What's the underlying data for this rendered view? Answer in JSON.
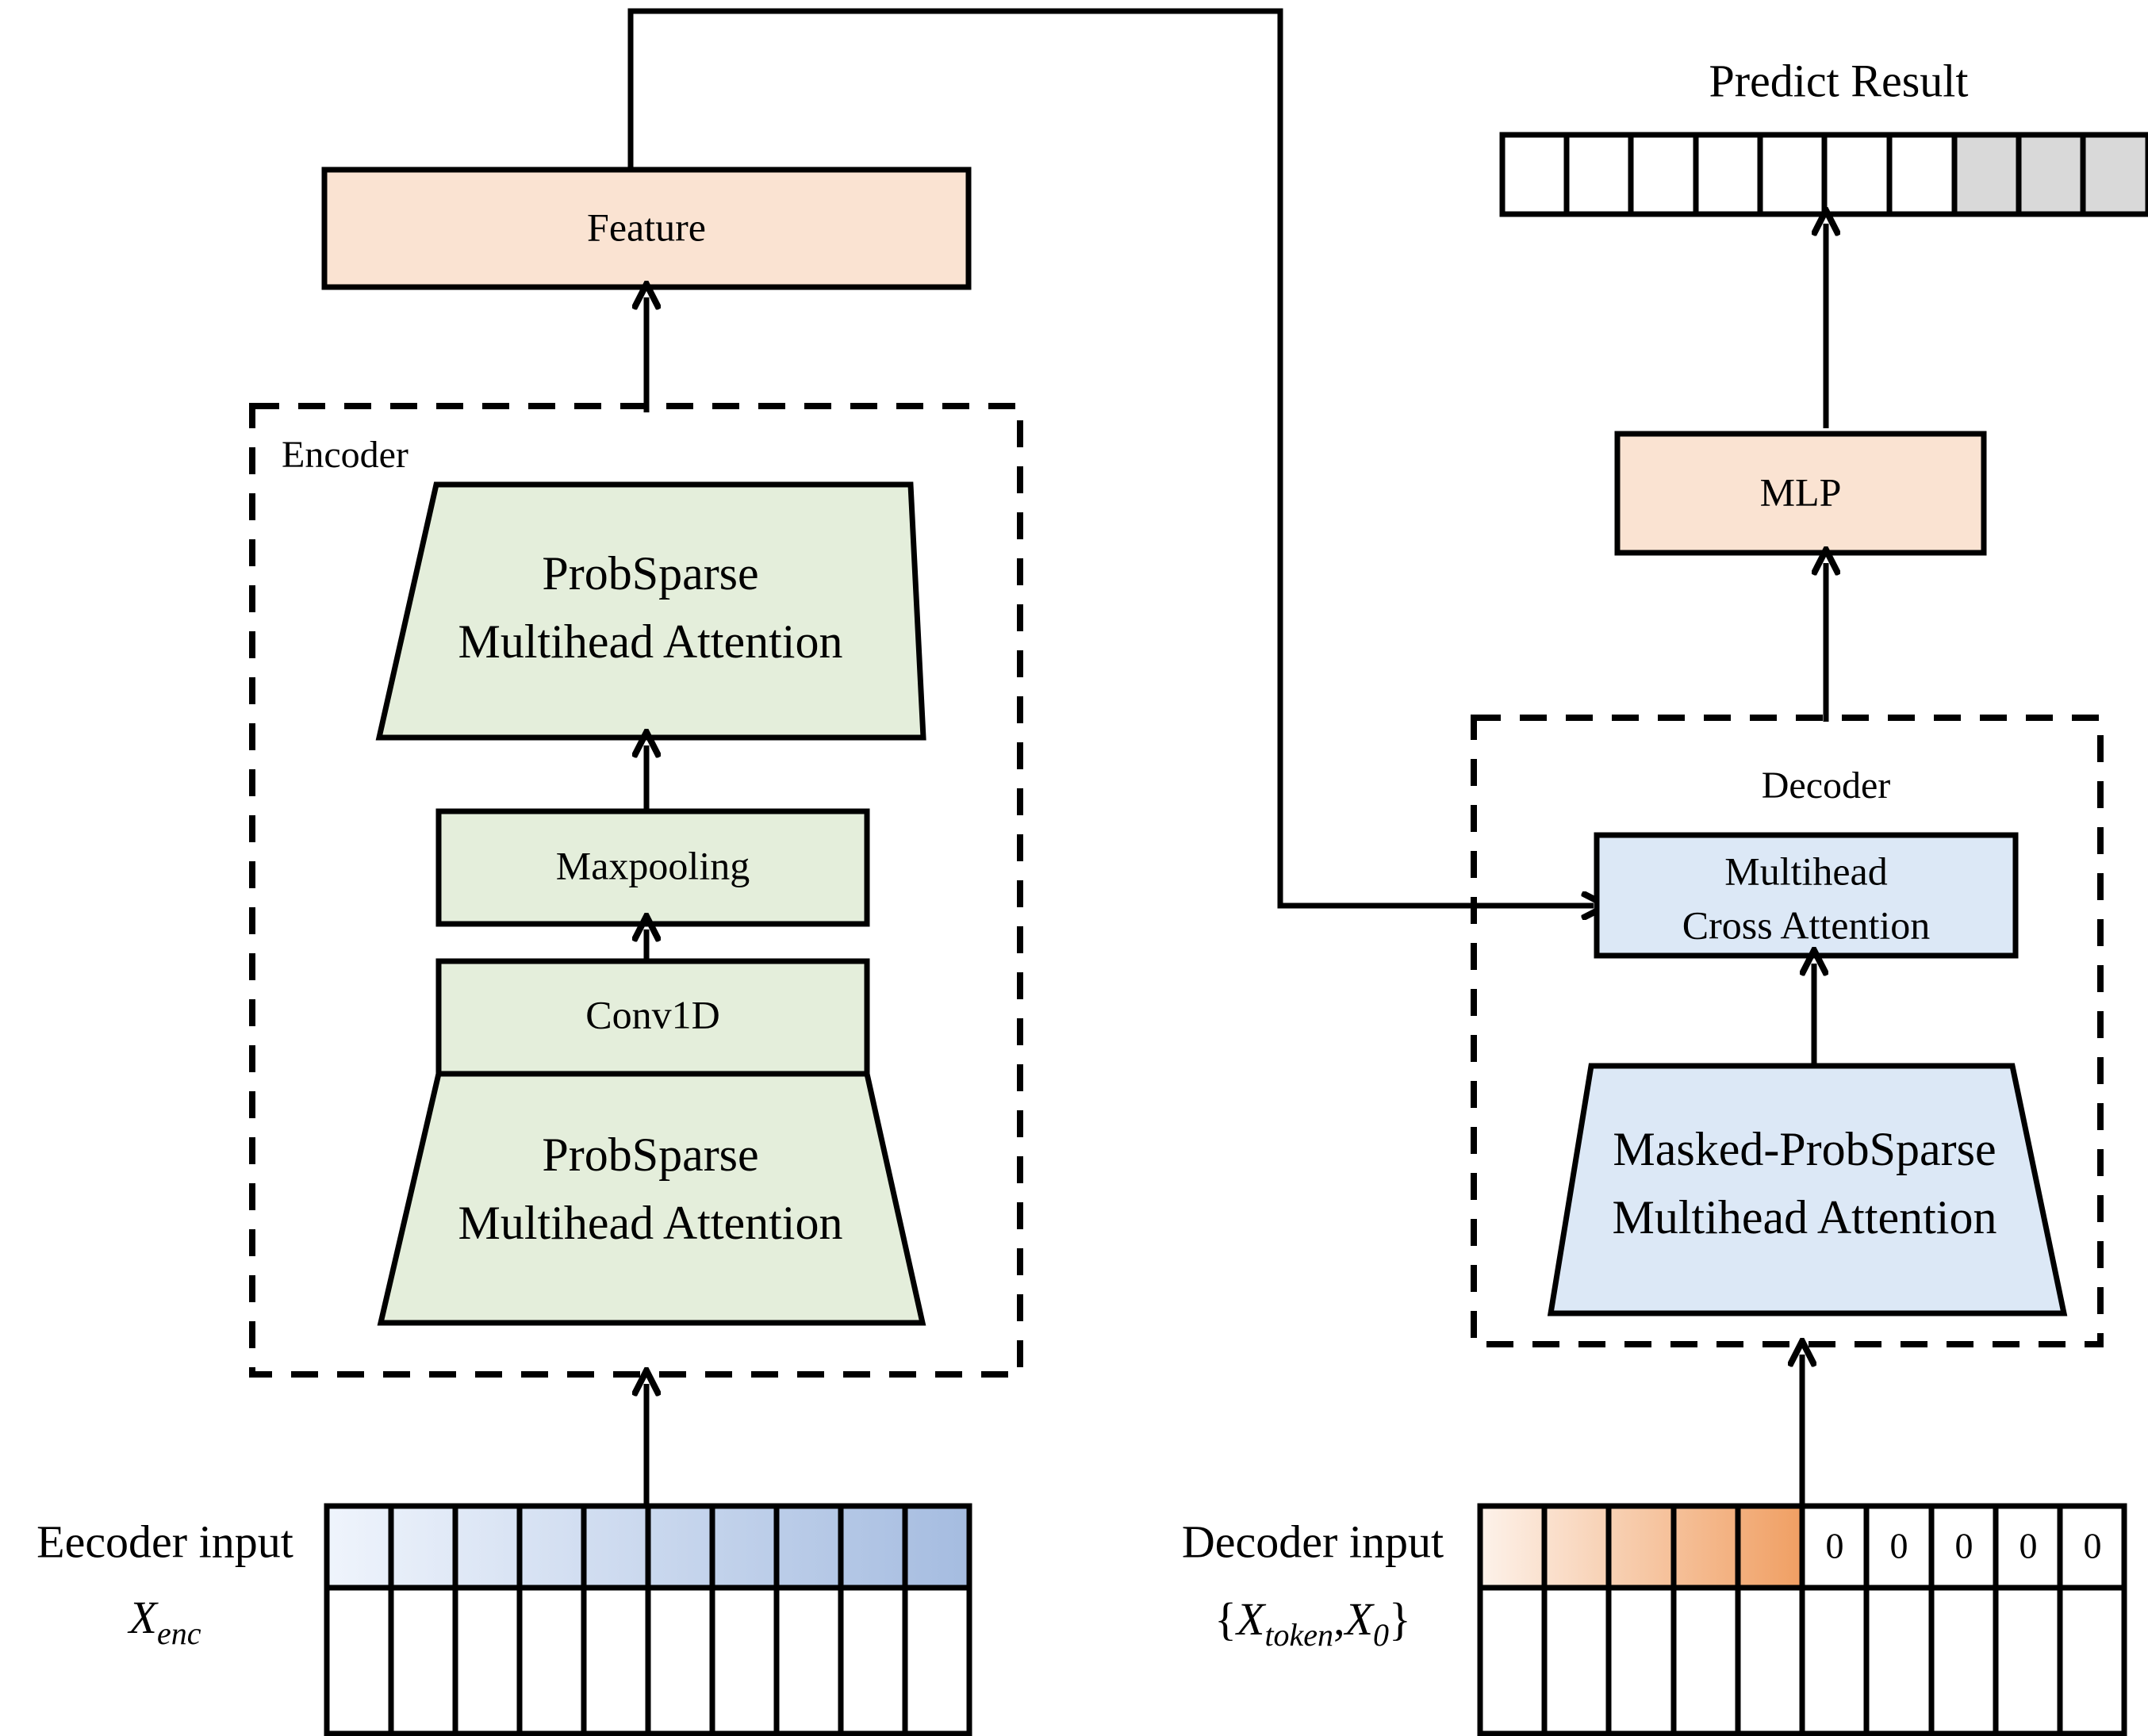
{
  "diagram": {
    "title_predict": "Predict Result",
    "encoder": {
      "section_label": "Encoder",
      "blocks": [
        {
          "id": "enc-attn-top",
          "label_line1": "ProbSparse",
          "label_line2": "Multihead Attention",
          "shape": "trapezoid-inverted",
          "color": "#E4EEDB"
        },
        {
          "id": "enc-maxpool",
          "label_line1": "Maxpooling",
          "label_line2": "",
          "shape": "rect",
          "color": "#E4EEDB"
        },
        {
          "id": "enc-conv1d",
          "label_line1": "Conv1D",
          "label_line2": "",
          "shape": "rect",
          "color": "#E4EEDB"
        },
        {
          "id": "enc-attn-bot",
          "label_line1": "ProbSparse",
          "label_line2": "Multihead Attention",
          "shape": "trapezoid-inverted",
          "color": "#E4EEDB"
        }
      ]
    },
    "decoder": {
      "section_label": "Decoder",
      "blocks": [
        {
          "id": "dec-cross-attn",
          "label_line1": "Multihead",
          "label_line2": "Cross Attention",
          "shape": "rect",
          "color": "#DCE8F6"
        },
        {
          "id": "dec-masked-attn",
          "label_line1": "Masked-ProbSparse",
          "label_line2": "Multihead Attention",
          "shape": "trapezoid-inverted",
          "color": "#DCE8F6"
        }
      ]
    },
    "feature_block": {
      "label": "Feature",
      "color": "#FAE3D2"
    },
    "mlp_block": {
      "label": "MLP",
      "color": "#FAE3D2"
    },
    "encoder_input": {
      "label_line1": "Eecoder input",
      "label_line2_base": "X",
      "label_line2_sub": "enc",
      "columns": 10,
      "top_row_fill": "gradient-blue",
      "bottom_row_fill": "#FFFFFF",
      "gradient_from": "#EEF3FB",
      "gradient_to": "#A8BEDF"
    },
    "decoder_input": {
      "label_line1": "Decoder input",
      "label_line2_parts": [
        "{",
        "X",
        "token",
        ",",
        "X",
        "0",
        "}"
      ],
      "columns_filled": 5,
      "columns_zero": 5,
      "zero_value": "0",
      "gradient_from": "#FDF1E8",
      "gradient_to": "#F2A166"
    },
    "predict_result": {
      "label": "Predict Result",
      "columns_total": 10,
      "columns_white": 7,
      "columns_gray": 3,
      "white_fill": "#FFFFFF",
      "gray_fill": "#D9D9D9"
    },
    "colors": {
      "green": "#E4EEDB",
      "blue": "#DCE8F6",
      "peach": "#FAE3D2",
      "gray": "#D9D9D9",
      "stroke": "#000000"
    }
  }
}
